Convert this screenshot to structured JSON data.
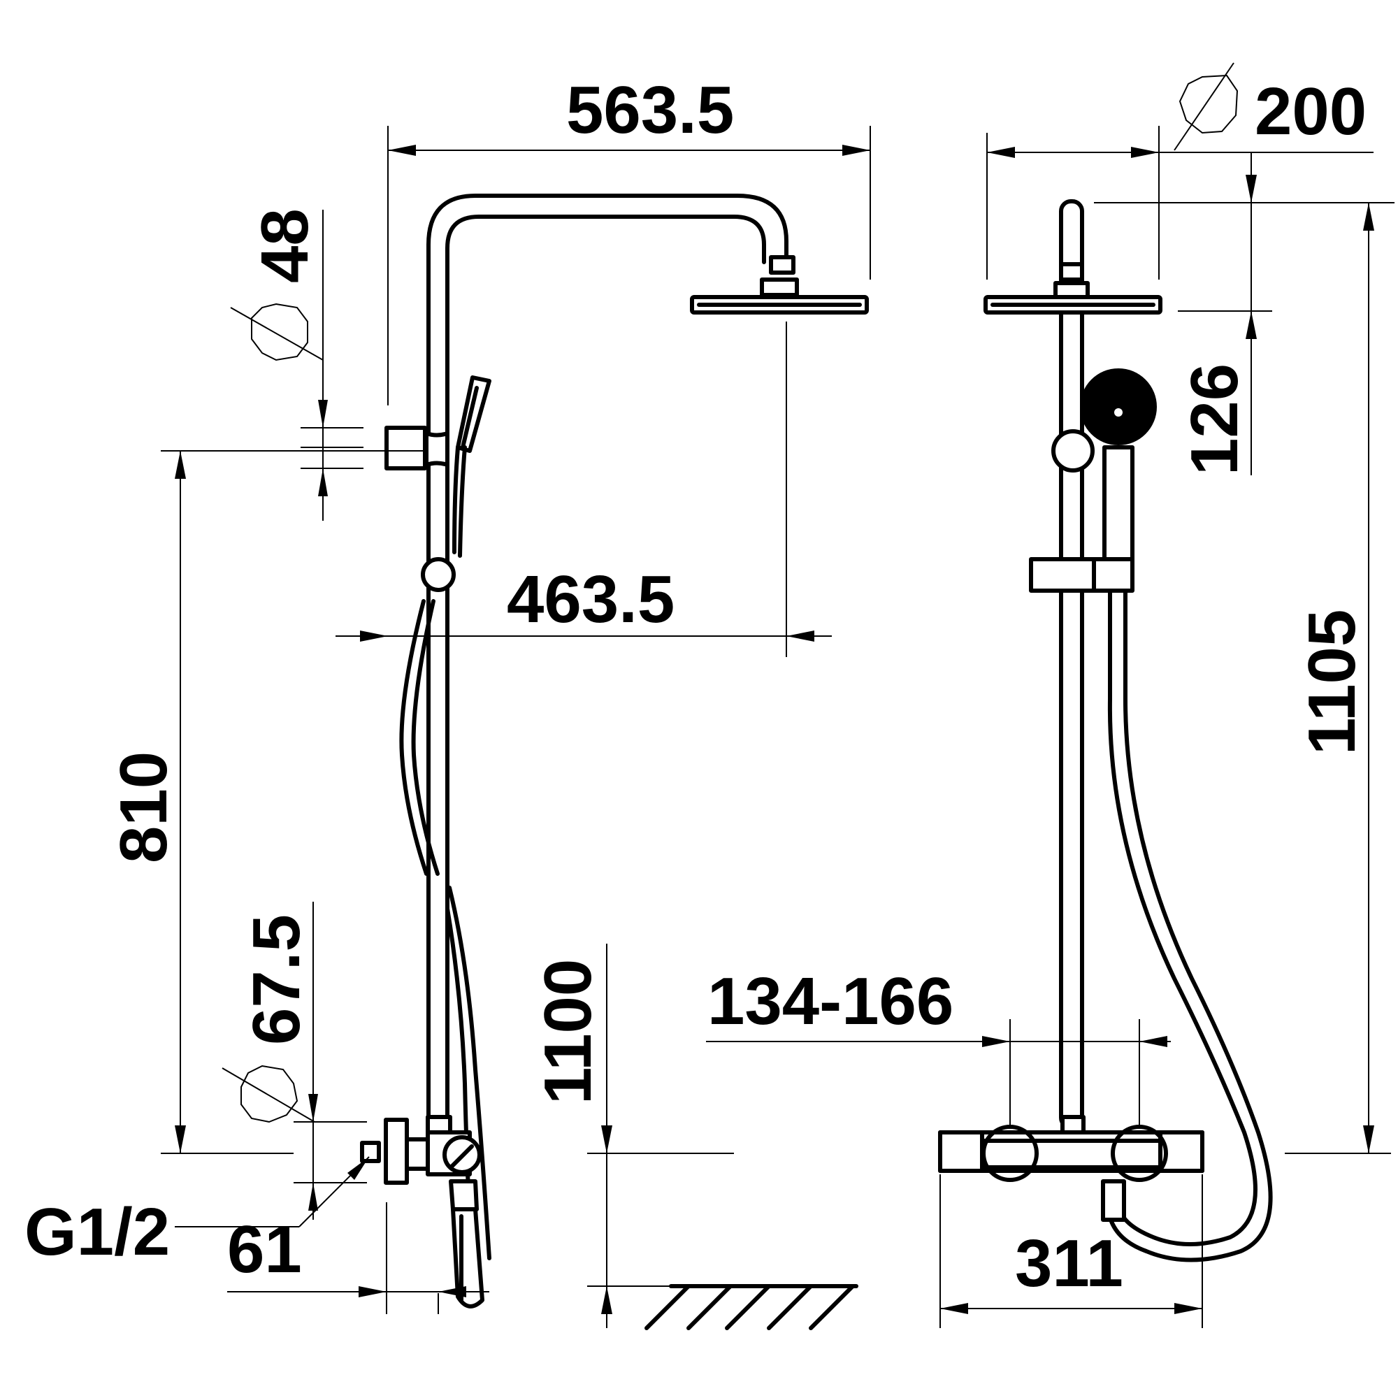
{
  "dimensions": {
    "d563": "563.5",
    "d200": "200",
    "d48": "48",
    "d4635": "463.5",
    "d126": "126",
    "d1105": "1105",
    "d810": "810",
    "d675": "67.5",
    "d1100": "1100",
    "d134166": "134-166",
    "dG12": "G1/2",
    "d61": "61",
    "d311": "311"
  },
  "symbols": {
    "diameter_200": "diameter-icon",
    "diameter_48": "diameter-icon",
    "diameter_675": "diameter-icon",
    "floor": "floor-hatch-icon"
  }
}
